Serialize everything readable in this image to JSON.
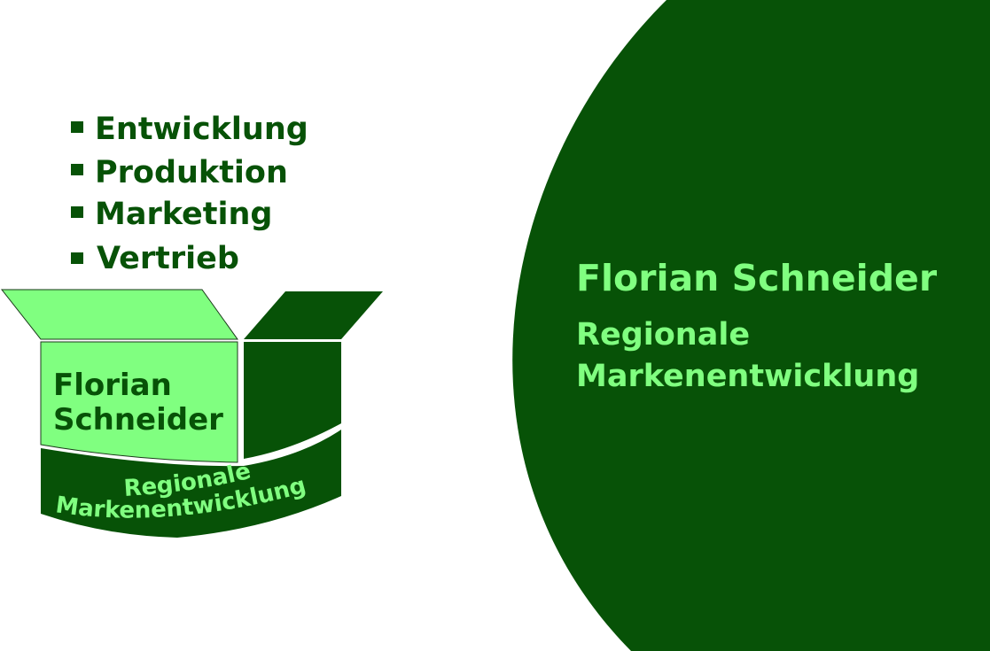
{
  "colors": {
    "dark_green": "#075207",
    "light_green": "#80ff80"
  },
  "bullets": [
    "Entwicklung",
    "Produktion",
    "Marketing",
    "Vertrieb"
  ],
  "logo": {
    "name_line1": "Florian",
    "name_line2": "Schneider",
    "band_line1": "Regionale",
    "band_line2": "Markenentwicklung"
  },
  "panel": {
    "name": "Florian Schneider",
    "subtitle_line1": "Regionale",
    "subtitle_line2": "Markenentwicklung"
  }
}
